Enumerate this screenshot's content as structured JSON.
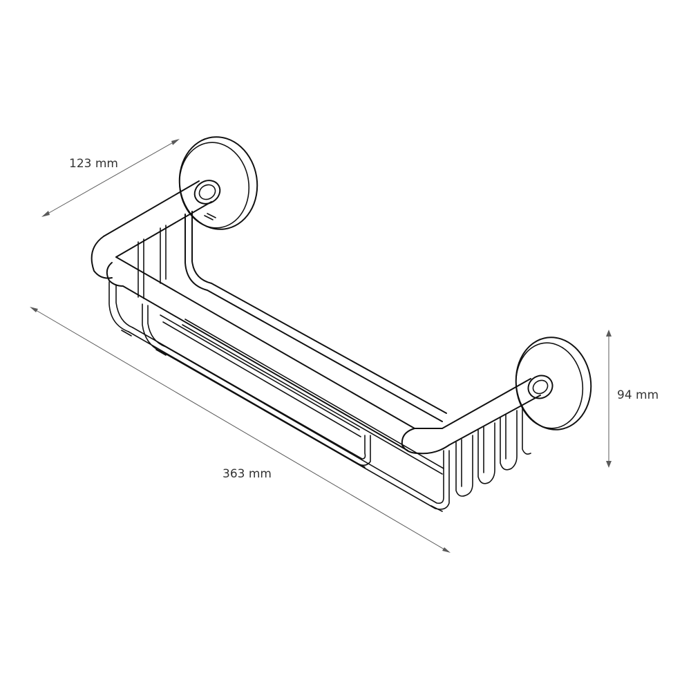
{
  "dimensions": {
    "depth": "123 mm",
    "width": "363 mm",
    "height": "94 mm"
  },
  "colors": {
    "line": "#111111",
    "dimension": "#5a5a5a",
    "text": "#333333",
    "background": "#ffffff"
  }
}
